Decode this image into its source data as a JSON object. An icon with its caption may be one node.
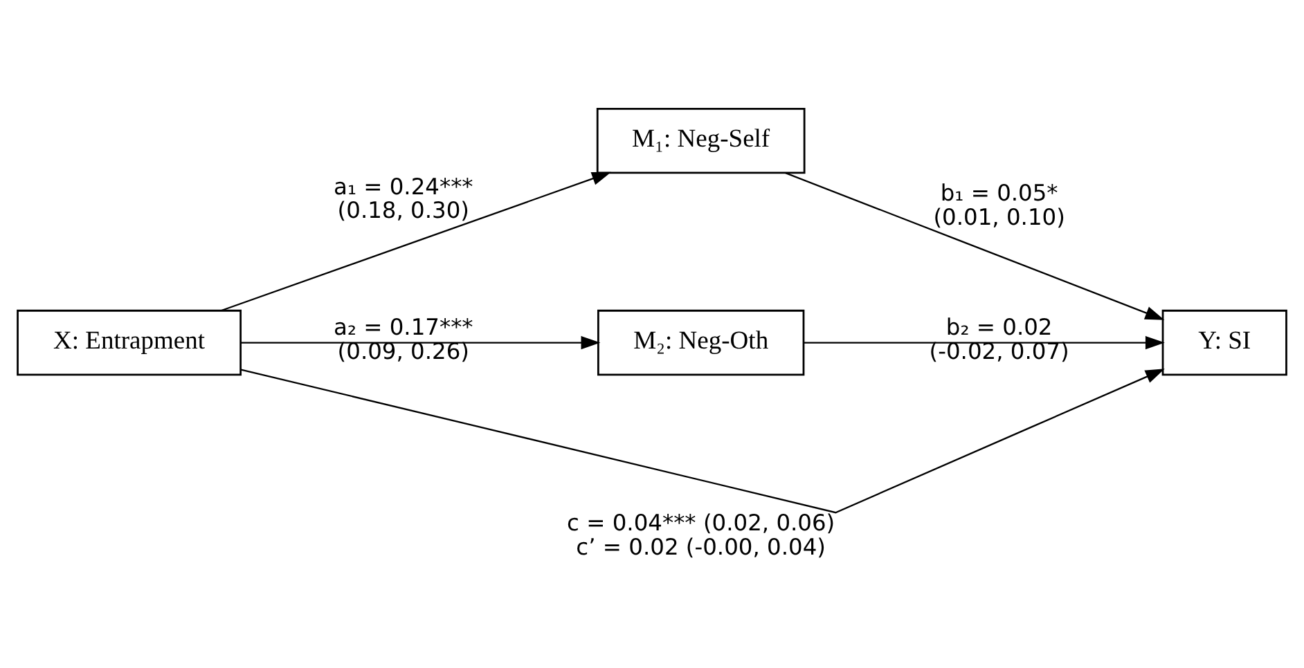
{
  "diagram": {
    "nodes": [
      {
        "text": [
          "X: Entrapment"
        ]
      },
      {
        "text": [
          "M₁: Neg-Self"
        ]
      },
      {
        "text": [
          "M₂: Neg-Oth"
        ]
      },
      {
        "text": [
          "Y: SI"
        ]
      }
    ],
    "edges": [
      {
        "from": 0,
        "to": 1,
        "arrow": "to",
        "label": "a₁ = 0.24*** (0.18, 0.30)"
      },
      {
        "from": 0,
        "to": 2,
        "arrow": "to",
        "label": "a₂ = 0.17*** (0.09, 0.26)"
      },
      {
        "from": 1,
        "to": 3,
        "arrow": "to",
        "label": "b₁ = 0.05* (0.01, 0.10)"
      },
      {
        "from": 2,
        "to": 3,
        "arrow": "to",
        "label": "b₂ = 0.02 (-0.02, 0.07)"
      },
      {
        "from": 0,
        "to": 3,
        "arrow": "to",
        "label": "c = 0.04*** (0.02, 0.06) c’ = 0.02 (-0.00, 0.04)"
      }
    ]
  }
}
